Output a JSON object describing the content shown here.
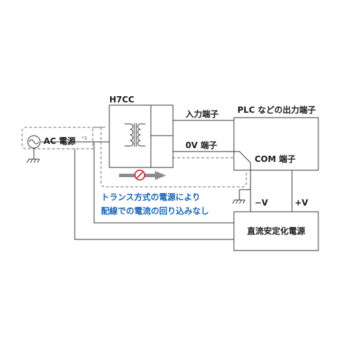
{
  "device": {
    "name": "H7CC"
  },
  "terminals": {
    "input": "入力端子",
    "zero_v": "0V 端子",
    "com": "COM 端子",
    "minus_v": "−V",
    "plus_v": "+V"
  },
  "plc_box": {
    "label": "PLC などの出力端子"
  },
  "dc_supply": {
    "label": "直流安定化電源"
  },
  "ac_source": {
    "label": "AC 電源",
    "footnote": "*3"
  },
  "note": {
    "line1": "トランス方式の電源により",
    "line2": "配線での電流の回り込みなし"
  },
  "colors": {
    "line": "#333333",
    "dashed_loop": "#999999",
    "note_text": "#1a64b4",
    "prohibit": "#d23030",
    "arrow": "#8c8c8c"
  },
  "icons": [
    "ac-source-symbol",
    "ground-symbol",
    "transformer-symbol",
    "prohibited-icon",
    "current-arrow-icon"
  ]
}
